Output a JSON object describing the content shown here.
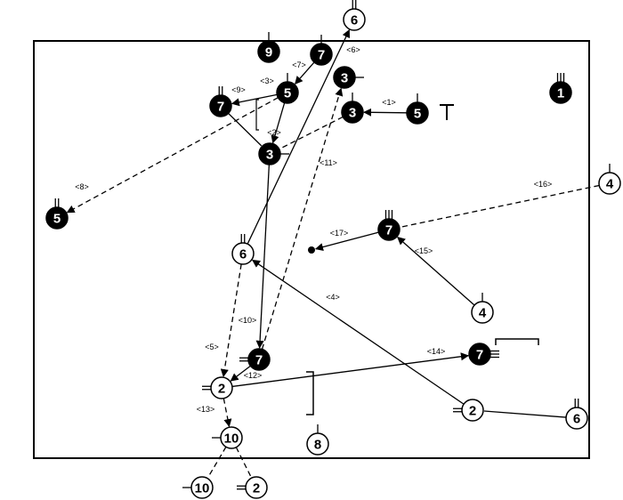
{
  "colors": {
    "ink": "#000000",
    "paper": "#ffffff"
  },
  "nodes": [
    {
      "id": "n9",
      "label": "9",
      "style": "filled",
      "marker": "up1"
    },
    {
      "id": "n7top",
      "label": "7",
      "style": "filled",
      "marker": "up1"
    },
    {
      "id": "n6top",
      "label": "6",
      "style": "open",
      "marker": "up2"
    },
    {
      "id": "n5a",
      "label": "5",
      "style": "filled",
      "marker": "up1"
    },
    {
      "id": "n7a",
      "label": "7",
      "style": "filled",
      "marker": "up2"
    },
    {
      "id": "n3a",
      "label": "3",
      "style": "filled",
      "marker": "right1"
    },
    {
      "id": "n3b",
      "label": "3",
      "style": "filled",
      "marker": "up1"
    },
    {
      "id": "n5b",
      "label": "5",
      "style": "filled",
      "marker": "up1"
    },
    {
      "id": "n1",
      "label": "1",
      "style": "filled",
      "marker": "up3"
    },
    {
      "id": "n3c",
      "label": "3",
      "style": "filled",
      "marker": "right1"
    },
    {
      "id": "n5left",
      "label": "5",
      "style": "filled",
      "marker": "up2"
    },
    {
      "id": "n4r",
      "label": "4",
      "style": "open",
      "marker": "up1"
    },
    {
      "id": "n7m",
      "label": "7",
      "style": "filled",
      "marker": "up3"
    },
    {
      "id": "n6m",
      "label": "6",
      "style": "open",
      "marker": "up2"
    },
    {
      "id": "n4m",
      "label": "4",
      "style": "open",
      "marker": "up1"
    },
    {
      "id": "n7b",
      "label": "7",
      "style": "filled",
      "marker": "left2"
    },
    {
      "id": "n7c",
      "label": "7",
      "style": "filled",
      "marker": "right3"
    },
    {
      "id": "n2a",
      "label": "2",
      "style": "open",
      "marker": "left2"
    },
    {
      "id": "n2b",
      "label": "2",
      "style": "open",
      "marker": "left2"
    },
    {
      "id": "n6br",
      "label": "6",
      "style": "open",
      "marker": "up2"
    },
    {
      "id": "n10a",
      "label": "10",
      "style": "open",
      "marker": "left1"
    },
    {
      "id": "n8",
      "label": "8",
      "style": "open",
      "marker": "up1"
    },
    {
      "id": "n10b",
      "label": "10",
      "style": "open",
      "marker": "left1"
    },
    {
      "id": "n2c",
      "label": "2",
      "style": "open",
      "marker": "left2"
    }
  ],
  "edges": [
    {
      "label": "<1>",
      "from": "n5b",
      "to": "n3b",
      "dash": false,
      "arrow": true
    },
    {
      "label": "<2>",
      "from": "n3b",
      "to": "n3c",
      "dash": true,
      "arrow": false
    },
    {
      "label": "<3>",
      "from": "n5a",
      "to": "n3c",
      "dash": false,
      "arrow": true
    },
    {
      "label": "<4>",
      "from": "n2b",
      "to": "n6m",
      "dash": false,
      "arrow": true
    },
    {
      "label": "<5>",
      "from": "n6m",
      "to": "n2a",
      "dash": true,
      "arrow": true
    },
    {
      "label": "<6>",
      "from": "n6m",
      "to": "n6top",
      "dash": false,
      "arrow": true
    },
    {
      "label": "<7>",
      "from": "n7top",
      "to": "n5a",
      "dash": false,
      "arrow": true
    },
    {
      "label": "<8>",
      "from": "n5a",
      "to": "n5left",
      "dash": true,
      "arrow": true
    },
    {
      "label": "<9>",
      "from": "n5a",
      "to": "n7a",
      "dash": false,
      "arrow": true
    },
    {
      "label": "<10>",
      "from": "n3c",
      "to": "n7b",
      "dash": false,
      "arrow": true
    },
    {
      "label": "<11>",
      "from": "n7b",
      "to": "n3a",
      "dash": true,
      "arrow": true
    },
    {
      "label": "<12>",
      "from": "n7b",
      "to": "n2a",
      "dash": false,
      "arrow": true
    },
    {
      "label": "<13>",
      "from": "n2a",
      "to": "n10a",
      "dash": true,
      "arrow": true
    },
    {
      "label": "<14>",
      "from": "n2a",
      "to": "n7c",
      "dash": false,
      "arrow": true
    },
    {
      "label": "<15>",
      "from": "n4m",
      "to": "n7m",
      "dash": false,
      "arrow": true
    },
    {
      "label": "<16>",
      "from": "n4r",
      "to": "n7m",
      "dash": true,
      "arrow": false
    },
    {
      "label": "<17>",
      "from": "n7m",
      "to": "dot",
      "dash": false,
      "arrow": true
    },
    {
      "label": "",
      "from": "n6br",
      "to": "n2b",
      "dash": false,
      "arrow": false
    },
    {
      "label": "",
      "from": "n7a",
      "to": "n3c",
      "dash": false,
      "arrow": false
    },
    {
      "label": "",
      "from": "n10a",
      "to": "n10b",
      "dash": true,
      "arrow": false
    },
    {
      "label": "",
      "from": "n10a",
      "to": "n2c",
      "dash": true,
      "arrow": false
    }
  ]
}
